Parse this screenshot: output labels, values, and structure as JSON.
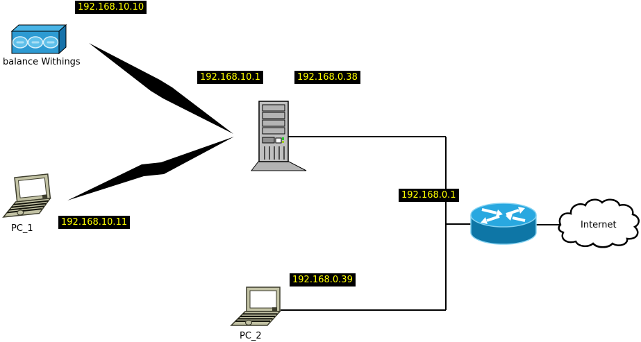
{
  "ip_labels": {
    "balance": "192.168.10.10",
    "server_wifi": "192.168.10.1",
    "server_lan": "192.168.0.38",
    "pc1": "192.168.10.11",
    "router": "192.168.0.1",
    "pc2": "192.168.0.39"
  },
  "device_labels": {
    "balance": "balance Withings",
    "pc1": "PC_1",
    "pc2": "PC_2",
    "internet": "Internet"
  },
  "icons": {
    "balance": "hub-box-icon",
    "server": "server-tower-icon",
    "pc1": "laptop-icon",
    "pc2": "laptop-icon",
    "router": "router-cylinder-icon",
    "internet": "cloud-icon",
    "wireless_link": "lightning-bolt-icon"
  },
  "colors": {
    "annotation_bg": "#000000",
    "annotation_text": "#ffff00",
    "link_line": "#000000",
    "balance_front": "#2d9ad2",
    "balance_top": "#49b4e6",
    "balance_side": "#1672aa",
    "balance_disc": "#5fc0ea",
    "router_top": "#29a8e0",
    "router_side": "#0e76a6",
    "server_body": "#c0c0c0",
    "laptop_body": "#c2c2a4",
    "cloud_fill": "#ffffff"
  }
}
